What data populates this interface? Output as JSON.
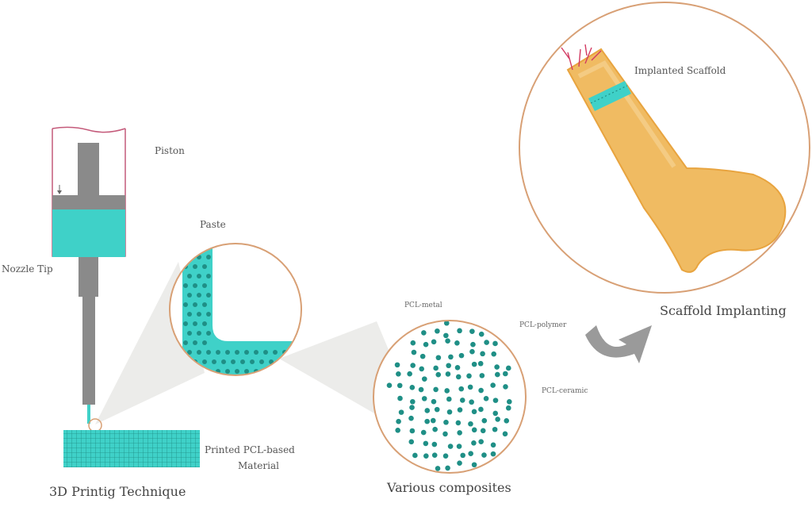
{
  "labels": {
    "piston": "Piston",
    "nozzle_tip": "Nozzle Tip",
    "paste": "Paste",
    "printed_material_line1": "Printed PCL-based",
    "printed_material_line2": "Material",
    "technique_caption": "3D Printig Technique",
    "pcl_metal": "PCL-metal",
    "pcl_polymer": "PCL-polymer",
    "pcl_ceramic": "PCL-ceramic",
    "composites_caption": "Various composites",
    "implanted_scaffold": "Implanted Scaffold",
    "implanting_caption": "Scaffold Implanting"
  },
  "colors": {
    "teal": "#3fd1c8",
    "dot": "#1f8f86",
    "bone": "#f0bb62",
    "bone_dark": "#e8a43f",
    "circle_outline": "#d8a075",
    "syringe_gray": "#8a8a8a",
    "syringe_outline": "#c45a7a",
    "cone": "#e9e9e7",
    "arrow": "#9a9a9a"
  }
}
